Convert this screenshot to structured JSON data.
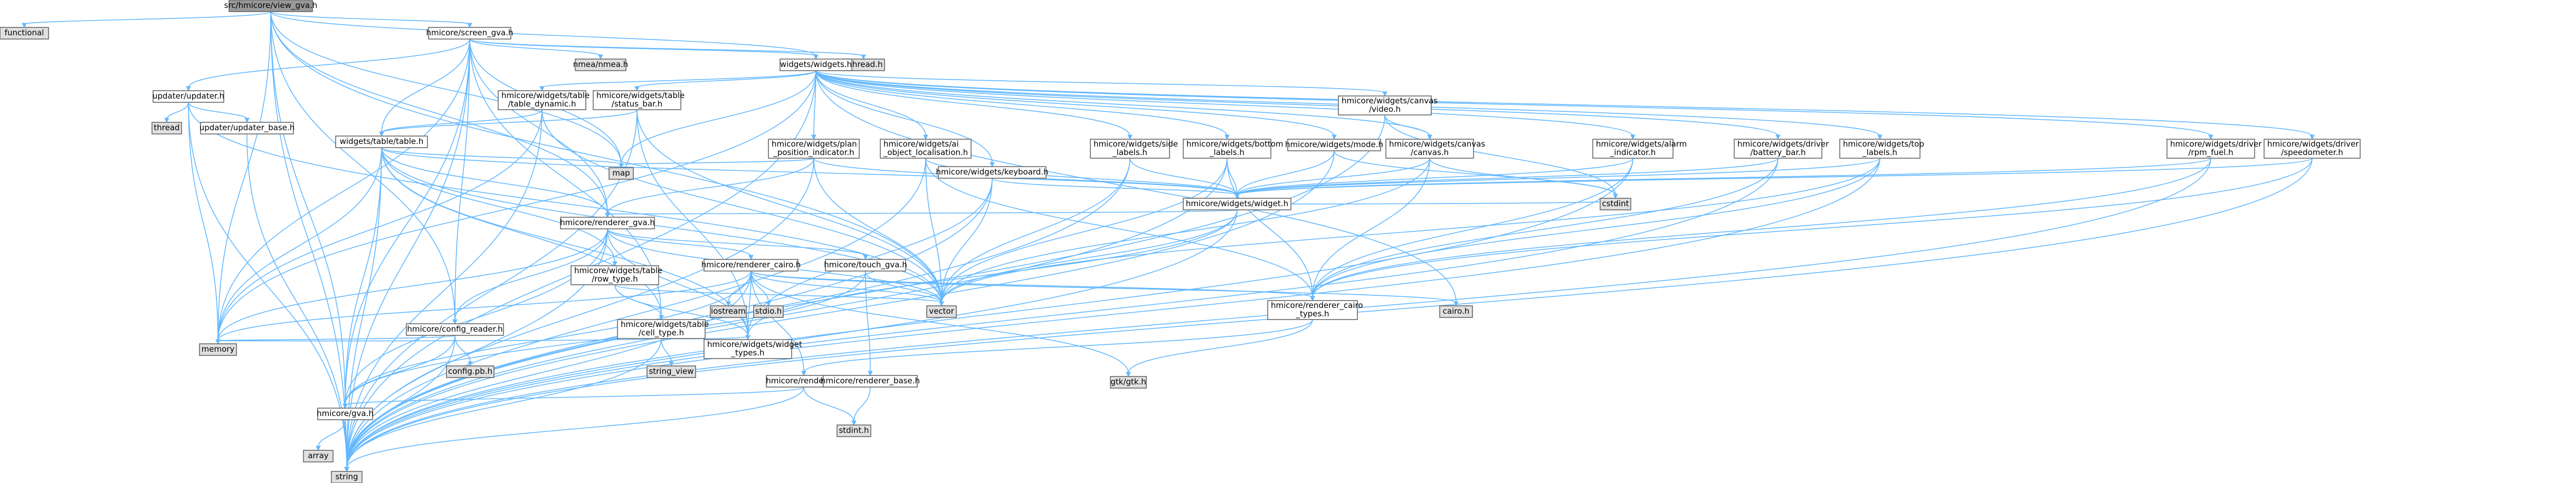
{
  "colors": {
    "root_fill": "#999999",
    "file_fill": "#ffffff",
    "system_fill": "#e0e0e0",
    "linked_fill": "#ffffff",
    "highlight_border": "#ff0000",
    "default_border": "#666666",
    "edge": "#63b8ff"
  },
  "nodes": [
    {
      "id": "root",
      "kind": "root",
      "lines": [
        "src/hmicore/view_gva.h"
      ]
    },
    {
      "id": "functional",
      "kind": "system",
      "lines": [
        "functional"
      ]
    },
    {
      "id": "screen_gva",
      "kind": "file",
      "lines": [
        "hmicore/screen_gva.h"
      ]
    },
    {
      "id": "nmea",
      "kind": "system",
      "lines": [
        "nmea/nmea.h"
      ]
    },
    {
      "id": "pthread",
      "kind": "system",
      "lines": [
        "pthread.h"
      ]
    },
    {
      "id": "widgets_h",
      "kind": "file",
      "lines": [
        "widgets/widgets.h"
      ]
    },
    {
      "id": "updater",
      "kind": "file",
      "lines": [
        "updater/updater.h"
      ]
    },
    {
      "id": "thread",
      "kind": "system",
      "lines": [
        "thread"
      ]
    },
    {
      "id": "updater_base",
      "kind": "file",
      "lines": [
        "updater/updater_base.h"
      ]
    },
    {
      "id": "table_dynamic",
      "kind": "file",
      "lines": [
        "hmicore/widgets/table",
        "/table_dynamic.h"
      ]
    },
    {
      "id": "status_bar",
      "kind": "file",
      "lines": [
        "hmicore/widgets/table",
        "/status_bar.h"
      ]
    },
    {
      "id": "table_h",
      "kind": "file",
      "lines": [
        "widgets/table/table.h"
      ]
    },
    {
      "id": "plan_position",
      "kind": "highlight",
      "lines": [
        "hmicore/widgets/plan",
        "_position_indicator.h"
      ]
    },
    {
      "id": "object_localisation",
      "kind": "highlight",
      "lines": [
        "hmicore/widgets/ai",
        "_object_localisation.h"
      ]
    },
    {
      "id": "keyboard",
      "kind": "file",
      "lines": [
        "hmicore/widgets/keyboard.h"
      ]
    },
    {
      "id": "side_labels",
      "kind": "highlight",
      "lines": [
        "hmicore/widgets/side",
        "_labels.h"
      ]
    },
    {
      "id": "bottom_labels",
      "kind": "highlight",
      "lines": [
        "hmicore/widgets/bottom",
        "_labels.h"
      ]
    },
    {
      "id": "mode",
      "kind": "file",
      "lines": [
        "hmicore/widgets/mode.h"
      ]
    },
    {
      "id": "canvas_video",
      "kind": "highlight",
      "lines": [
        "hmicore/widgets/canvas",
        "/video.h"
      ]
    },
    {
      "id": "canvas_canvas",
      "kind": "file",
      "lines": [
        "hmicore/widgets/canvas",
        "/canvas.h"
      ]
    },
    {
      "id": "alarm_indicator",
      "kind": "file",
      "lines": [
        "hmicore/widgets/alarm",
        "_indicator.h"
      ]
    },
    {
      "id": "battery_bar",
      "kind": "file",
      "lines": [
        "hmicore/widgets/driver",
        "/battery_bar.h"
      ]
    },
    {
      "id": "top_labels",
      "kind": "highlight",
      "lines": [
        "hmicore/widgets/top",
        "_labels.h"
      ]
    },
    {
      "id": "rpm_fuel",
      "kind": "file",
      "lines": [
        "hmicore/widgets/driver",
        "/rpm_fuel.h"
      ]
    },
    {
      "id": "speedometer",
      "kind": "file",
      "lines": [
        "hmicore/widgets/driver",
        "/speedometer.h"
      ]
    },
    {
      "id": "map",
      "kind": "system",
      "lines": [
        "map"
      ]
    },
    {
      "id": "widget_h",
      "kind": "file",
      "lines": [
        "hmicore/widgets/widget.h"
      ]
    },
    {
      "id": "cstdint",
      "kind": "system",
      "lines": [
        "cstdint"
      ]
    },
    {
      "id": "renderer_gva",
      "kind": "file",
      "lines": [
        "hmicore/renderer_gva.h"
      ]
    },
    {
      "id": "row_type",
      "kind": "file",
      "lines": [
        "hmicore/widgets/table",
        "/row_type.h"
      ]
    },
    {
      "id": "renderer_cairo",
      "kind": "file",
      "lines": [
        "hmicore/renderer_cairo.h"
      ]
    },
    {
      "id": "touch_gva",
      "kind": "file",
      "lines": [
        "hmicore/touch_gva.h"
      ]
    },
    {
      "id": "iostream",
      "kind": "system",
      "lines": [
        "iostream"
      ]
    },
    {
      "id": "stdio",
      "kind": "system",
      "lines": [
        "stdio.h"
      ]
    },
    {
      "id": "vector",
      "kind": "system",
      "lines": [
        "vector"
      ]
    },
    {
      "id": "cairo_types",
      "kind": "file",
      "lines": [
        "hmicore/renderer_cairo",
        "_types.h"
      ]
    },
    {
      "id": "cairo_h",
      "kind": "system",
      "lines": [
        "cairo.h"
      ]
    },
    {
      "id": "config_reader",
      "kind": "file",
      "lines": [
        "hmicore/config_reader.h"
      ]
    },
    {
      "id": "cell_type",
      "kind": "file",
      "lines": [
        "hmicore/widgets/table",
        "/cell_type.h"
      ]
    },
    {
      "id": "memory",
      "kind": "system",
      "lines": [
        "memory"
      ]
    },
    {
      "id": "config_pb",
      "kind": "system",
      "lines": [
        "config.pb.h"
      ]
    },
    {
      "id": "string_view",
      "kind": "system",
      "lines": [
        "string_view"
      ]
    },
    {
      "id": "widget_types",
      "kind": "file",
      "lines": [
        "hmicore/widgets/widget",
        "_types.h"
      ]
    },
    {
      "id": "renderer_h",
      "kind": "file",
      "lines": [
        "hmicore/renderer.h"
      ]
    },
    {
      "id": "renderer_base",
      "kind": "file",
      "lines": [
        "hmicore/renderer_base.h"
      ]
    },
    {
      "id": "gtk",
      "kind": "system",
      "lines": [
        "gtk/gtk.h"
      ]
    },
    {
      "id": "gva_h",
      "kind": "file",
      "lines": [
        "hmicore/gva.h"
      ]
    },
    {
      "id": "stdint",
      "kind": "system",
      "lines": [
        "stdint.h"
      ]
    },
    {
      "id": "array",
      "kind": "system",
      "lines": [
        "array"
      ]
    },
    {
      "id": "string",
      "kind": "system",
      "lines": [
        "string"
      ]
    }
  ],
  "edges": [
    [
      "root",
      "functional"
    ],
    [
      "root",
      "screen_gva"
    ],
    [
      "root",
      "widgets_h"
    ],
    [
      "root",
      "config_reader"
    ],
    [
      "root",
      "memory"
    ],
    [
      "root",
      "gva_h"
    ],
    [
      "root",
      "string"
    ],
    [
      "root",
      "vector"
    ],
    [
      "root",
      "renderer_gva"
    ],
    [
      "root",
      "map"
    ],
    [
      "screen_gva",
      "nmea"
    ],
    [
      "screen_gva",
      "pthread"
    ],
    [
      "screen_gva",
      "widgets_h"
    ],
    [
      "screen_gva",
      "updater"
    ],
    [
      "screen_gva",
      "table_h"
    ],
    [
      "screen_gva",
      "renderer_gva"
    ],
    [
      "screen_gva",
      "config_reader"
    ],
    [
      "screen_gva",
      "memory"
    ],
    [
      "screen_gva",
      "gva_h"
    ],
    [
      "screen_gva",
      "map"
    ],
    [
      "screen_gva",
      "string"
    ],
    [
      "screen_gva",
      "cell_type"
    ],
    [
      "updater",
      "thread"
    ],
    [
      "updater",
      "updater_base"
    ],
    [
      "updater",
      "memory"
    ],
    [
      "updater",
      "string"
    ],
    [
      "updater",
      "vector"
    ],
    [
      "updater_base",
      "string"
    ],
    [
      "widgets_h",
      "table_dynamic"
    ],
    [
      "widgets_h",
      "status_bar"
    ],
    [
      "widgets_h",
      "plan_position"
    ],
    [
      "widgets_h",
      "object_localisation"
    ],
    [
      "widgets_h",
      "keyboard"
    ],
    [
      "widgets_h",
      "side_labels"
    ],
    [
      "widgets_h",
      "bottom_labels"
    ],
    [
      "widgets_h",
      "mode"
    ],
    [
      "widgets_h",
      "canvas_video"
    ],
    [
      "widgets_h",
      "canvas_canvas"
    ],
    [
      "widgets_h",
      "alarm_indicator"
    ],
    [
      "widgets_h",
      "battery_bar"
    ],
    [
      "widgets_h",
      "top_labels"
    ],
    [
      "widgets_h",
      "rpm_fuel"
    ],
    [
      "widgets_h",
      "speedometer"
    ],
    [
      "widgets_h",
      "map"
    ],
    [
      "widgets_h",
      "memory"
    ],
    [
      "widgets_h",
      "string"
    ],
    [
      "widgets_h",
      "cairo_h"
    ],
    [
      "table_dynamic",
      "table_h"
    ],
    [
      "table_dynamic",
      "memory"
    ],
    [
      "table_dynamic",
      "string"
    ],
    [
      "table_dynamic",
      "vector"
    ],
    [
      "status_bar",
      "table_h"
    ],
    [
      "status_bar",
      "widget_types"
    ],
    [
      "status_bar",
      "string"
    ],
    [
      "status_bar",
      "vector"
    ],
    [
      "table_h",
      "map"
    ],
    [
      "table_h",
      "renderer_gva"
    ],
    [
      "table_h",
      "row_type"
    ],
    [
      "table_h",
      "cell_type"
    ],
    [
      "table_h",
      "widget_h"
    ],
    [
      "table_h",
      "widget_types"
    ],
    [
      "table_h",
      "memory"
    ],
    [
      "table_h",
      "string"
    ],
    [
      "table_h",
      "vector"
    ],
    [
      "table_h",
      "gva_h"
    ],
    [
      "plan_position",
      "widget_h"
    ],
    [
      "plan_position",
      "renderer_gva"
    ],
    [
      "plan_position",
      "map"
    ],
    [
      "plan_position",
      "vector"
    ],
    [
      "plan_position",
      "string"
    ],
    [
      "object_localisation",
      "widget_h"
    ],
    [
      "object_localisation",
      "cairo_types"
    ],
    [
      "object_localisation",
      "vector"
    ],
    [
      "object_localisation",
      "string"
    ],
    [
      "keyboard",
      "widget_h"
    ],
    [
      "keyboard",
      "widget_types"
    ],
    [
      "keyboard",
      "string"
    ],
    [
      "keyboard",
      "vector"
    ],
    [
      "side_labels",
      "widget_h"
    ],
    [
      "side_labels",
      "vector"
    ],
    [
      "side_labels",
      "string"
    ],
    [
      "bottom_labels",
      "widget_h"
    ],
    [
      "bottom_labels",
      "cairo_types"
    ],
    [
      "bottom_labels",
      "string"
    ],
    [
      "bottom_labels",
      "vector"
    ],
    [
      "mode",
      "widget_h"
    ],
    [
      "mode",
      "string"
    ],
    [
      "mode",
      "cstdint"
    ],
    [
      "canvas_video",
      "canvas_canvas"
    ],
    [
      "canvas_video",
      "cstdint"
    ],
    [
      "canvas_video",
      "string"
    ],
    [
      "canvas_canvas",
      "widget_h"
    ],
    [
      "canvas_canvas",
      "cairo_types"
    ],
    [
      "canvas_canvas",
      "cstdint"
    ],
    [
      "canvas_canvas",
      "vector"
    ],
    [
      "alarm_indicator",
      "widget_h"
    ],
    [
      "alarm_indicator",
      "cairo_types"
    ],
    [
      "alarm_indicator",
      "string"
    ],
    [
      "battery_bar",
      "widget_h"
    ],
    [
      "battery_bar",
      "cairo_types"
    ],
    [
      "battery_bar",
      "string"
    ],
    [
      "top_labels",
      "widget_h"
    ],
    [
      "top_labels",
      "cairo_types"
    ],
    [
      "top_labels",
      "vector"
    ],
    [
      "top_labels",
      "string"
    ],
    [
      "rpm_fuel",
      "widget_h"
    ],
    [
      "rpm_fuel",
      "cairo_types"
    ],
    [
      "rpm_fuel",
      "string"
    ],
    [
      "speedometer",
      "widget_h"
    ],
    [
      "speedometer",
      "cairo_types"
    ],
    [
      "speedometer",
      "string"
    ],
    [
      "widget_h",
      "renderer_gva"
    ],
    [
      "widget_h",
      "widget_types"
    ],
    [
      "widget_h",
      "cstdint"
    ],
    [
      "widget_h",
      "string"
    ],
    [
      "widget_h",
      "vector"
    ],
    [
      "renderer_gva",
      "renderer_cairo"
    ],
    [
      "renderer_gva",
      "touch_gva"
    ],
    [
      "renderer_gva",
      "config_reader"
    ],
    [
      "renderer_gva",
      "widget_types"
    ],
    [
      "renderer_gva",
      "memory"
    ],
    [
      "renderer_gva",
      "string"
    ],
    [
      "renderer_gva",
      "vector"
    ],
    [
      "renderer_gva",
      "gva_h"
    ],
    [
      "row_type",
      "cell_type"
    ],
    [
      "row_type",
      "widget_types"
    ],
    [
      "row_type",
      "vector"
    ],
    [
      "renderer_cairo",
      "iostream"
    ],
    [
      "renderer_cairo",
      "stdio"
    ],
    [
      "renderer_cairo",
      "vector"
    ],
    [
      "renderer_cairo",
      "cairo_types"
    ],
    [
      "renderer_cairo",
      "cairo_h"
    ],
    [
      "renderer_cairo",
      "renderer_h"
    ],
    [
      "renderer_cairo",
      "memory"
    ],
    [
      "renderer_cairo",
      "string"
    ],
    [
      "renderer_cairo",
      "gva_h"
    ],
    [
      "renderer_cairo",
      "widget_types"
    ],
    [
      "renderer_cairo",
      "gtk"
    ],
    [
      "touch_gva",
      "vector"
    ],
    [
      "touch_gva",
      "renderer_base"
    ],
    [
      "touch_gva",
      "gva_h"
    ],
    [
      "cairo_types",
      "gtk"
    ],
    [
      "cairo_types",
      "renderer_h"
    ],
    [
      "config_reader",
      "config_pb"
    ],
    [
      "config_reader",
      "memory"
    ],
    [
      "config_reader",
      "gva_h"
    ],
    [
      "config_reader",
      "string"
    ],
    [
      "cell_type",
      "string_view"
    ],
    [
      "cell_type",
      "widget_types"
    ],
    [
      "cell_type",
      "string"
    ],
    [
      "cell_type",
      "memory"
    ],
    [
      "renderer_h",
      "stdint"
    ],
    [
      "renderer_h",
      "gva_h"
    ],
    [
      "renderer_h",
      "string"
    ],
    [
      "renderer_base",
      "stdint"
    ],
    [
      "gva_h",
      "array"
    ],
    [
      "gva_h",
      "string"
    ]
  ]
}
